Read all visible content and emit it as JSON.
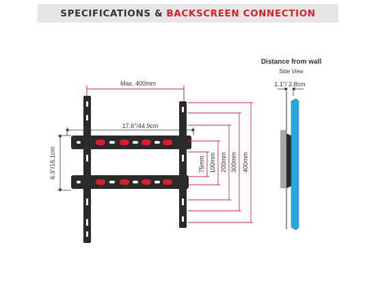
{
  "header": {
    "title_part1": "SPECIFICATIONS &",
    "title_part2": "BACKSCREEN CONNECTION"
  },
  "colors": {
    "accent": "#d6202a",
    "bracket": "#2a2a2a",
    "dimension_lines": "#c0253a",
    "panel": "#2aa6dc"
  },
  "dimensions": {
    "max_width": "Max. 400mm",
    "width": "17.6\"/44.9cm",
    "height": "6.3\"/16.1cm",
    "vesa_sizes": [
      "75mm",
      "100mm",
      "200mm",
      "300mm",
      "400mm"
    ]
  },
  "side_view": {
    "title": "Distance from wall",
    "subtitle": "Side View",
    "distance": "1.1\"/ 2.8cm"
  }
}
